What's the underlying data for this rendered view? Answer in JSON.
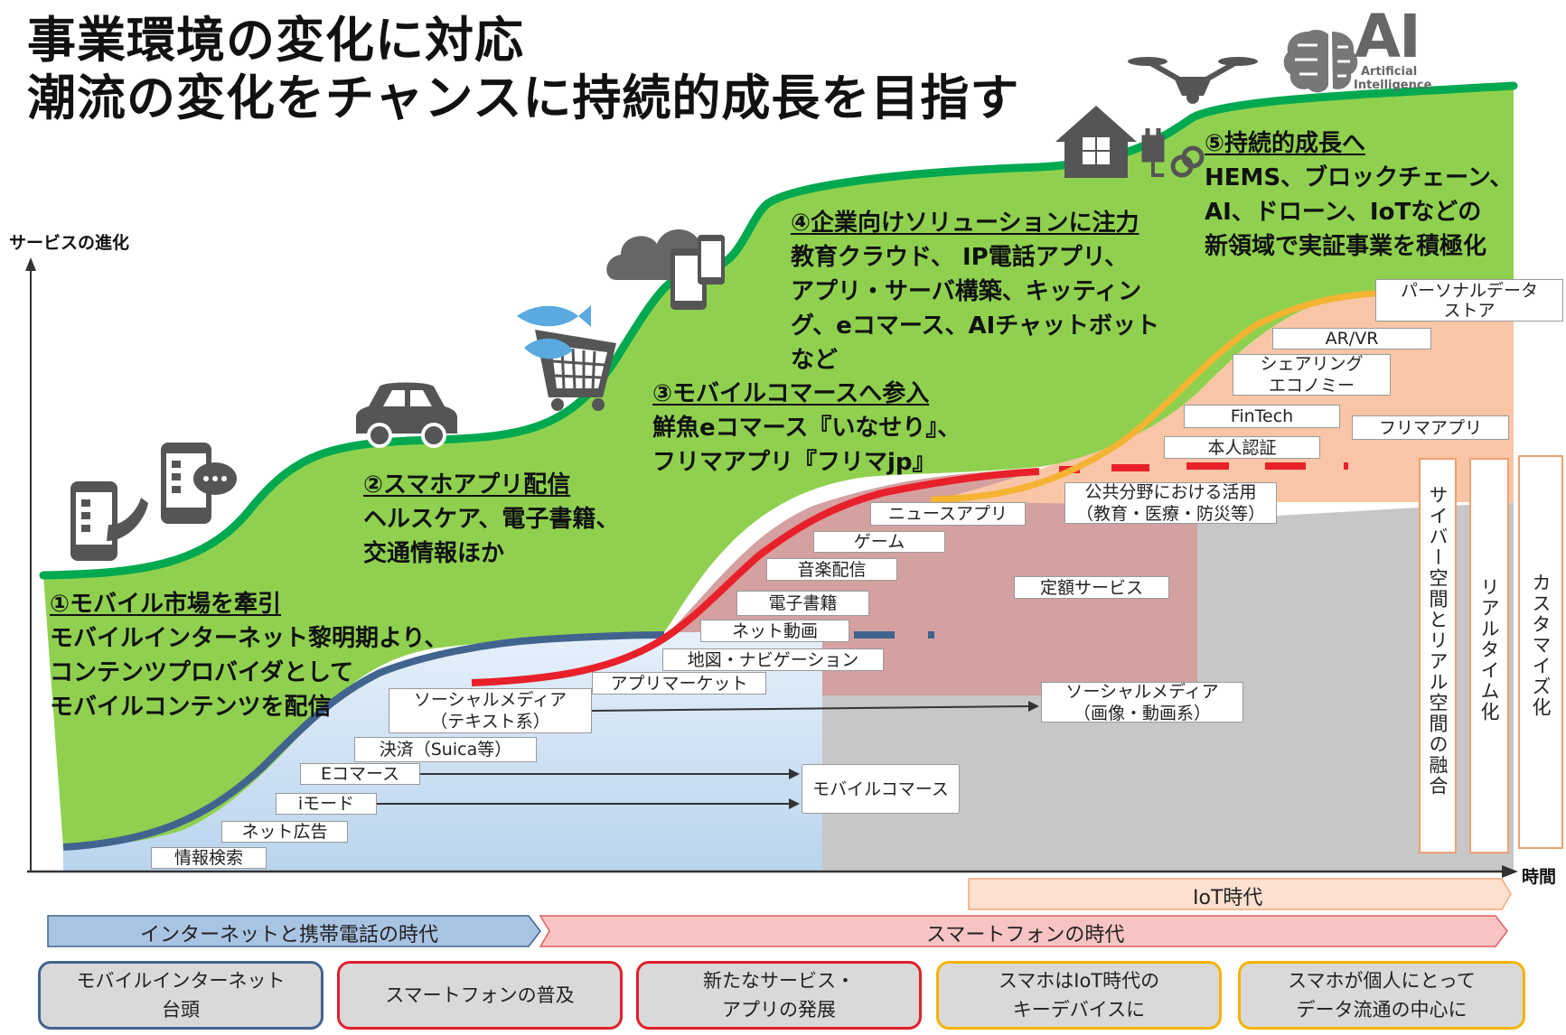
{
  "title": {
    "line1": "事業環境の変化に対応",
    "line2": "潮流の変化をチャンスに持続的成長を目指す"
  },
  "axes": {
    "y_label": "サービスの進化",
    "x_label": "時間"
  },
  "headlines": {
    "h1": {
      "heading": "①モバイル市場を牽引",
      "lines": [
        "モバイルインターネット黎明期より、",
        "コンテンツプロバイダとして",
        "モバイルコンテンツを配信"
      ]
    },
    "h2": {
      "heading": "②スマホアプリ配信",
      "lines": [
        "ヘルスケア、電子書籍、",
        "交通情報ほか"
      ]
    },
    "h3": {
      "heading": "③モバイルコマースへ参入",
      "lines": [
        "鮮魚eコマース『いなせり』、",
        "フリマアプリ『フリマjp』"
      ]
    },
    "h4": {
      "heading": "④企業向けソリューションに注力",
      "lines": [
        "教育クラウド、 IP電話アプリ、",
        "アプリ・サーバ構築、キッティン",
        "グ、eコマース、AIチャットボット",
        "など"
      ]
    },
    "h5": {
      "heading": "⑤持続的成長へ",
      "lines": [
        "HEMS、ブロックチェーン、",
        "AI、ドローン、IoTなどの",
        "新領域で実証事業を積極化"
      ]
    }
  },
  "services": {
    "info_search": "情報検索",
    "net_ad": "ネット広告",
    "imode": "iモード",
    "ecommerce": "Eコマース",
    "payment": "決済（Suica等）",
    "social_text_1": "ソーシャルメディア",
    "social_text_2": "（テキスト系）",
    "app_market": "アプリマーケット",
    "map_nav": "地図・ナビゲーション",
    "net_video": "ネット動画",
    "ebook": "電子書籍",
    "music": "音楽配信",
    "game": "ゲーム",
    "news_app": "ニュースアプリ",
    "mobile_commerce": "モバイルコマース",
    "subscription": "定額サービス",
    "social_media_1": "ソーシャルメディア",
    "social_media_2": "（画像・動画系）",
    "public_1": "公共分野における活用",
    "public_2": "（教育・医療・防災等）",
    "identity": "本人認証",
    "fintech": "FinTech",
    "fleamarket": "フリマアプリ",
    "sharing_1": "シェアリング",
    "sharing_2": "エコノミー",
    "arvr": "AR/VR",
    "pds_1": "パーソナルデータ",
    "pds_2": "ストア"
  },
  "vertical_labels": {
    "cyber": "サイバー空間とリアル空間の融合",
    "realtime": "リアルタイム化",
    "customize": "カスタマイズ化"
  },
  "eras": {
    "iot": "IoT時代",
    "internet_phone": "インターネットと携帯電話の時代",
    "smartphone": "スマートフォンの時代"
  },
  "phases": [
    {
      "lines": [
        "モバイルインターネット",
        "台頭"
      ],
      "color": "#41648f"
    },
    {
      "lines": [
        "スマートフォンの普及"
      ],
      "color": "#e0202a"
    },
    {
      "lines": [
        "新たなサービス・",
        "アプリの発展"
      ],
      "color": "#e0202a"
    },
    {
      "lines": [
        "スマホはIoT時代の",
        "キーデバイスに"
      ],
      "color": "#f5b300"
    },
    {
      "lines": [
        "スマホが個人にとって",
        "データ流通の中心に"
      ],
      "color": "#f5b300"
    }
  ],
  "logo": {
    "big": "AI",
    "small1": "Artificial",
    "small2": "Intelligence"
  },
  "colors": {
    "green_fill": "#8fd14f",
    "green_line": "#00a84f",
    "blue_line": "#41648f",
    "red_line": "#e8202a",
    "orange_line": "#f5b332",
    "salmon": "#f8c6a6",
    "rose": "#d4a0a0",
    "gray": "#c7c7c7"
  },
  "icons": [
    "smartphone-call-icon",
    "smartphone-chat-icon",
    "car-icon",
    "fish-cart-icon",
    "cloud-devices-icon",
    "smart-home-icon",
    "drone-icon",
    "brain-icon"
  ]
}
